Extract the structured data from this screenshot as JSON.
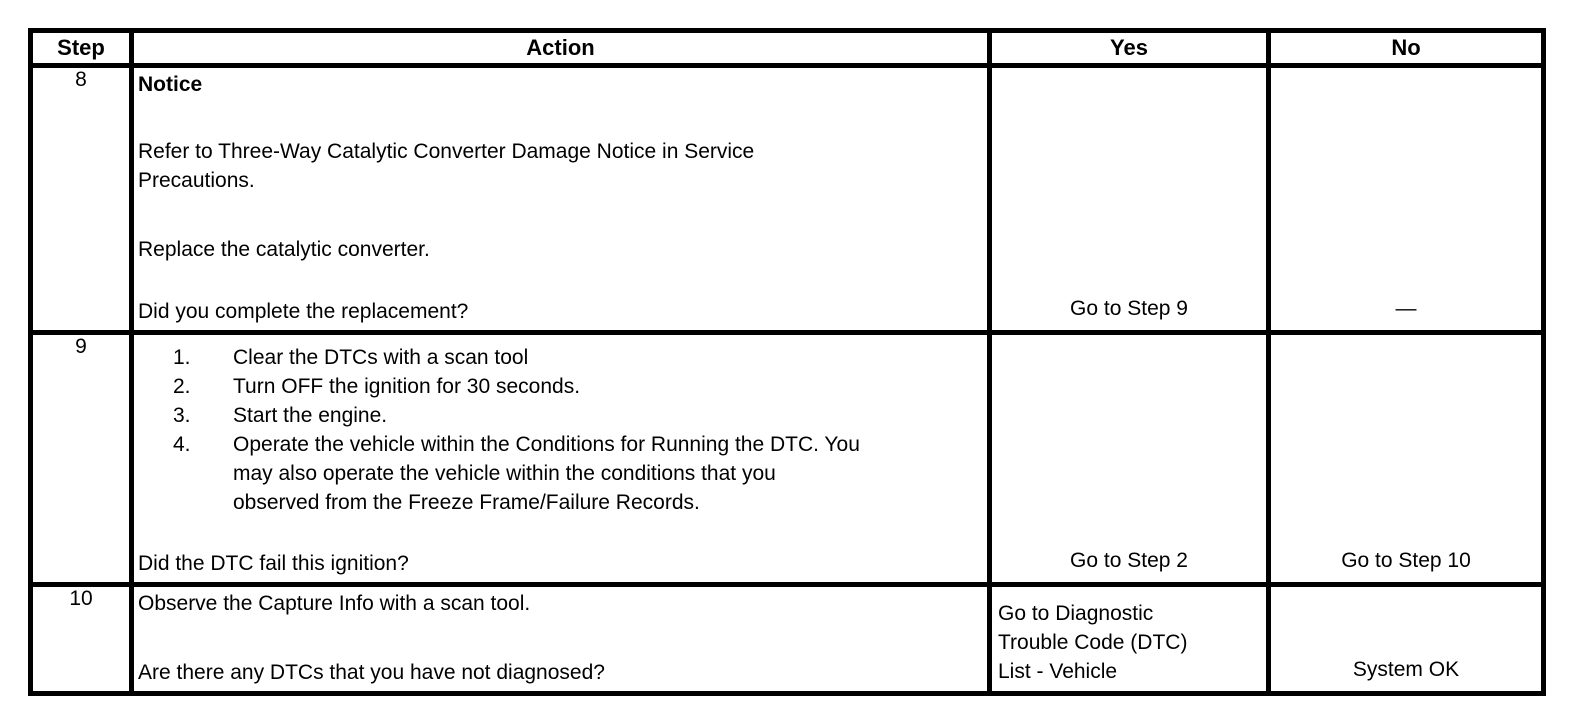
{
  "table": {
    "headers": [
      "Step",
      "Action",
      "Yes",
      "No"
    ],
    "rows": [
      {
        "step": "8",
        "action": {
          "notice_label": "Notice",
          "refer_paragraph": "Refer to Three-Way Catalytic Converter Damage Notice in Service\nPrecautions.",
          "replace_paragraph": "Replace the catalytic converter.",
          "question": "Did you complete the replacement?"
        },
        "yes": "Go to Step 9",
        "no": "—"
      },
      {
        "step": "9",
        "action": {
          "list": [
            {
              "num": "1.",
              "text": "Clear the DTCs with a scan tool"
            },
            {
              "num": "2.",
              "text": "Turn OFF the ignition for 30 seconds."
            },
            {
              "num": "3.",
              "text": "Start the engine."
            },
            {
              "num": "4.",
              "text": "Operate the vehicle within the Conditions for Running the DTC. You\nmay also operate the vehicle within the conditions that you\nobserved from the Freeze Frame/Failure Records."
            }
          ],
          "question": "Did the DTC fail this ignition?"
        },
        "yes": "Go to Step 2",
        "no": "Go to Step 10"
      },
      {
        "step": "10",
        "action": {
          "observe_paragraph": "Observe the Capture Info with a scan tool.",
          "question": "Are there any DTCs that you have not diagnosed?"
        },
        "yes": "Go to Diagnostic\nTrouble Code (DTC)\nList - Vehicle",
        "no": "System OK"
      }
    ]
  },
  "colors": {
    "border": "#000000",
    "text": "#000000",
    "background": "#ffffff"
  }
}
